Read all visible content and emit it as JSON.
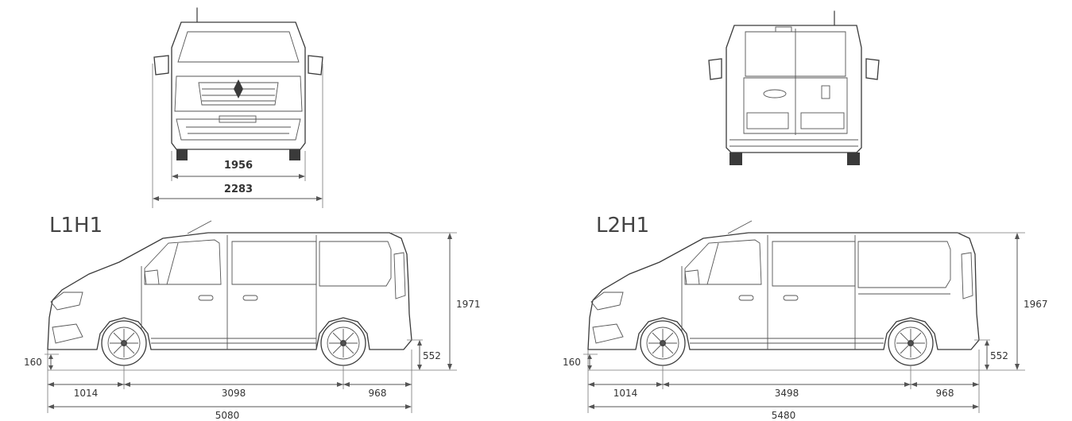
{
  "front_view": {
    "track_width": "1956",
    "overall_width": "2283"
  },
  "l1h1": {
    "label": "L1H1",
    "height": "1971",
    "ground_clearance": "160",
    "rear_sill_height": "552",
    "front_overhang": "1014",
    "wheelbase": "3098",
    "rear_overhang": "968",
    "overall_length": "5080"
  },
  "l2h1": {
    "label": "L2H1",
    "height": "1967",
    "ground_clearance": "160",
    "rear_sill_height": "552",
    "front_overhang": "1014",
    "wheelbase": "3498",
    "rear_overhang": "968",
    "overall_length": "5480"
  },
  "colors": {
    "line": "#3a3a3a",
    "dimension": "#555555",
    "background": "#ffffff"
  }
}
